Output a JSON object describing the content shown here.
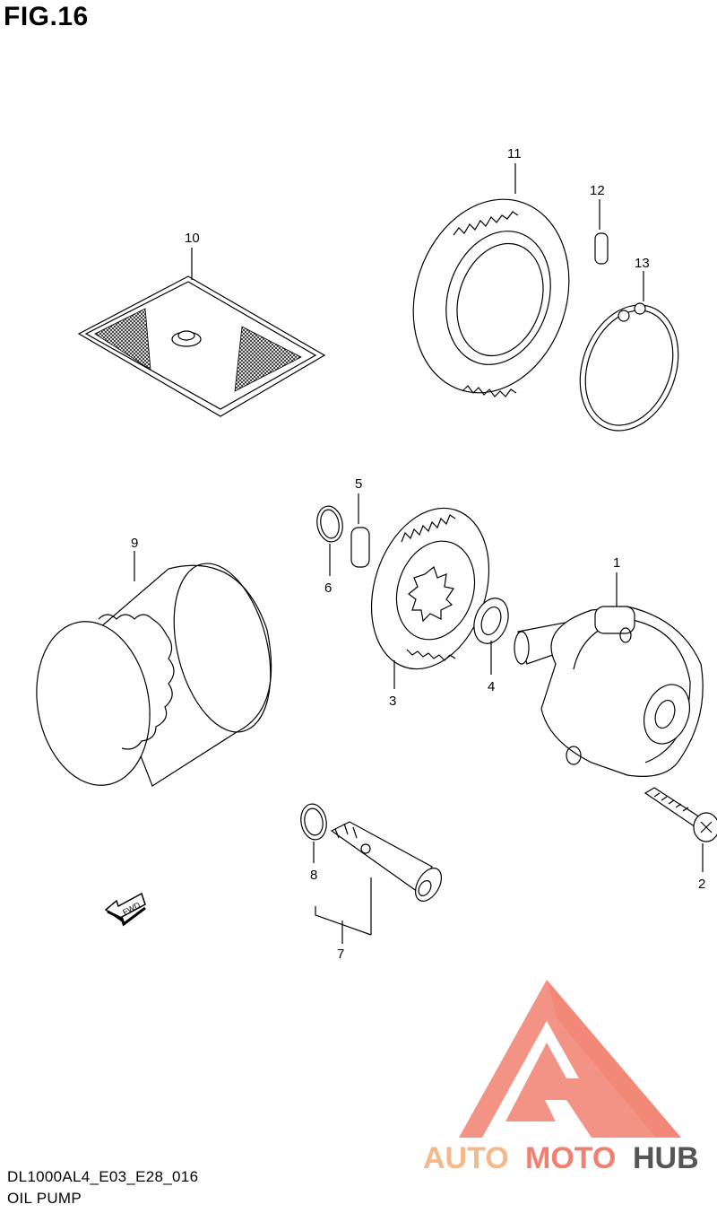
{
  "figure": {
    "title": "FIG.16"
  },
  "callouts": {
    "c1": "1",
    "c2": "2",
    "c3": "3",
    "c4": "4",
    "c5": "5",
    "c6": "6",
    "c7": "7",
    "c8": "8",
    "c9": "9",
    "c10": "10",
    "c11": "11",
    "c12": "12",
    "c13": "13"
  },
  "fwd_label": "FWD",
  "footer": {
    "code": "DL1000AL4_E03_E28_016",
    "name": "OIL PUMP"
  },
  "watermark": {
    "part1": "AUTO",
    "part2": "MOTO",
    "part3": "HUB",
    "color_red": "#f08070",
    "color_orange": "#f5b888",
    "color_gray": "#555555"
  }
}
